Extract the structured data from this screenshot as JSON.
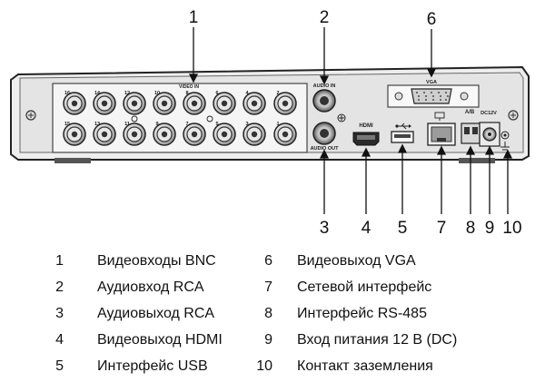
{
  "panel_labels": {
    "video_in": "VIDEO IN",
    "audio_in": "AUDIO IN",
    "audio_out": "AUDIO OUT",
    "vga": "VGA",
    "hdmi": "HDMI",
    "ab": "A/B",
    "dc": "DC12V"
  },
  "bnc_top_labels": [
    "16",
    "14",
    "12",
    "10",
    "8",
    "6",
    "4",
    "2"
  ],
  "bnc_bottom_labels": [
    "15",
    "13",
    "11",
    "9",
    "7",
    "5",
    "3",
    "1"
  ],
  "callouts": {
    "c1": "1",
    "c2": "2",
    "c3": "3",
    "c4": "4",
    "c5": "5",
    "c6": "6",
    "c7": "7",
    "c8": "8",
    "c9": "9",
    "c10": "10"
  },
  "legend": [
    {
      "num": "1",
      "text": "Видеовходы BNC"
    },
    {
      "num": "2",
      "text": "Аудиовход RCA"
    },
    {
      "num": "3",
      "text": "Аудиовыход RCA"
    },
    {
      "num": "4",
      "text": "Видеовыход HDMI"
    },
    {
      "num": "5",
      "text": "Интерфейс USB"
    },
    {
      "num": "6",
      "text": "Видеовыход VGA"
    },
    {
      "num": "7",
      "text": "Сетевой интерфейс"
    },
    {
      "num": "8",
      "text": "Интерфейс RS-485"
    },
    {
      "num": "9",
      "text": "Вход питания 12 В (DC)"
    },
    {
      "num": "10",
      "text": "Контакт заземления"
    }
  ]
}
